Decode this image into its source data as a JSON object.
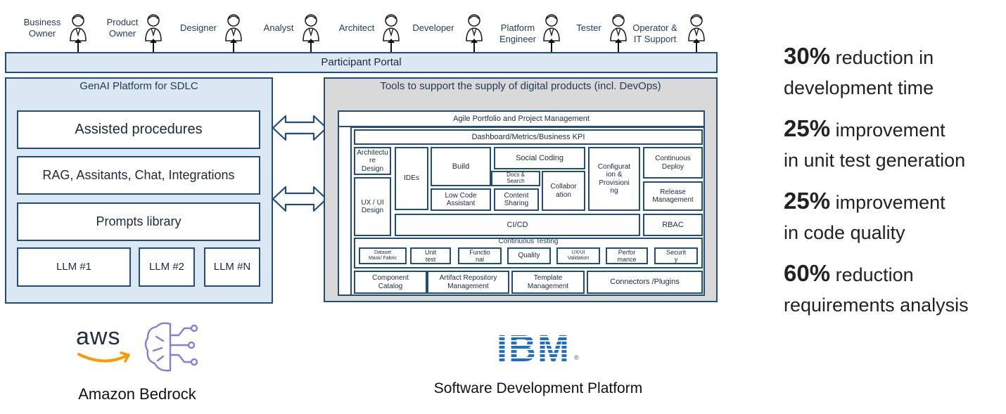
{
  "participants": [
    {
      "label": "Business\nOwner"
    },
    {
      "label": "Product\nOwner"
    },
    {
      "label": "Designer"
    },
    {
      "label": "Analyst"
    },
    {
      "label": "Architect"
    },
    {
      "label": "Developer"
    },
    {
      "label": "Platform\nEngineer"
    },
    {
      "label": "Tester"
    },
    {
      "label": "Operator &\nIT Support"
    }
  ],
  "portal": {
    "label": "Participant Portal"
  },
  "genai": {
    "title": "GenAI Platform for SDLC",
    "assisted": "Assisted procedures",
    "rag": "RAG, Assitants, Chat, Integrations",
    "prompts": "Prompts library",
    "llm1": "LLM #1",
    "llm2": "LLM #2",
    "llmn": "LLM #N"
  },
  "tools": {
    "title": "Tools to support the supply of digital products (incl. DevOps)",
    "agile": "Agile Portfolio and Project Management",
    "dashboard": "Dashboard/Metrics/Business KPI",
    "architecture": "Architectu\nre\nDesign",
    "uxui": "UX / UI\nDesign",
    "ides": "IDEs",
    "build": "Build",
    "social": "Social Coding",
    "docs": "Docs &\nSearch",
    "lowcode": "Low Code\nAssistant",
    "content": "Content\nSharing",
    "collab": "Collabor\nation",
    "config": "Configurat\nion &\nProvisioni\nng",
    "cdeploy": "Continuous\nDeploy",
    "release": "Release\nManagement",
    "cicd": "CI/CD",
    "rbac": "RBAC",
    "ctesting": "Continuous Testing",
    "tests": [
      {
        "label": "Dataset\nMask/ Fabric"
      },
      {
        "label": "Unit\ntest"
      },
      {
        "label": "Functio\nnal"
      },
      {
        "label": "Quality"
      },
      {
        "label": "UX/UI\nValidation"
      },
      {
        "label": "Perfor\nmance"
      },
      {
        "label": "Securit\ny"
      }
    ],
    "component": "Component\nCatalog",
    "artifact": "Artifact Repository\nManagement",
    "template": "Template\nManagement",
    "connectors": "Connectors /Plugins"
  },
  "logos": {
    "aws_text": "aws",
    "bedrock": "Amazon Bedrock",
    "ibm_text": "IBM",
    "sdp": "Software Development Platform"
  },
  "stats": [
    {
      "value": "30%",
      "line1": "reduction in",
      "line2": "development time"
    },
    {
      "value": "25%",
      "line1": "improvement",
      "line2": "in unit test generation"
    },
    {
      "value": "25%",
      "line1": "improvement",
      "line2": "in code quality"
    },
    {
      "value": "60%",
      "line1": "reduction",
      "line2": "requirements analysis"
    }
  ],
  "colors": {
    "accent": "#1f4e79",
    "panel": "#dbe8f4",
    "tools_bg": "#d9d9d9",
    "ibm": "#1f70c1",
    "aws_orange": "#ff9900"
  }
}
